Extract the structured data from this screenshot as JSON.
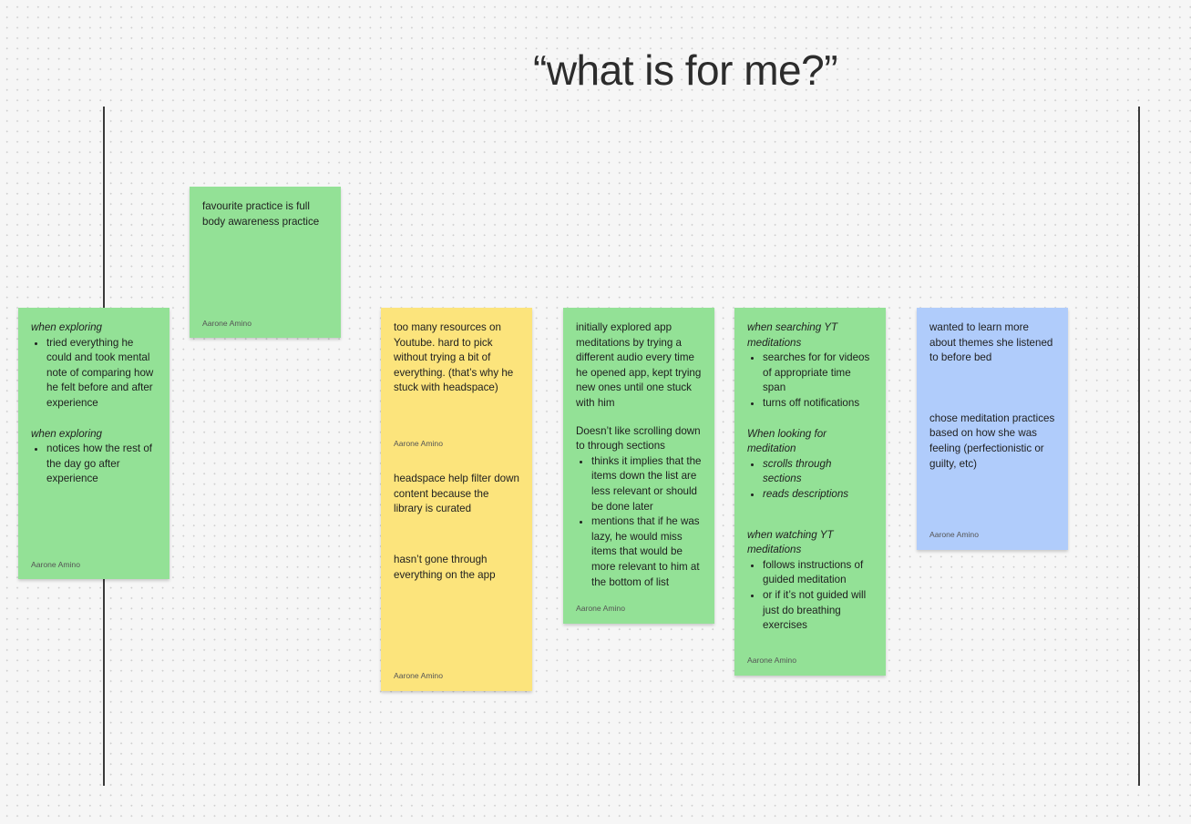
{
  "title": "“what is for me?”",
  "author": "Aarone Amino",
  "notes": {
    "n1": {
      "heading1": "when exploring",
      "list1": [
        "tried everything he could and took mental note of comparing how he felt before and after experience"
      ],
      "heading2": "when exploring",
      "list2": [
        "notices how the rest of the day go after experience"
      ]
    },
    "n2": {
      "text": "favourite practice is full body awareness practice"
    },
    "n3": {
      "text1": "too many resources on Youtube. hard to pick without trying a bit of everything. (that’s why he stuck with headspace)",
      "text2": "headspace help filter down content because the library is curated",
      "text3": "hasn’t gone through everything on the app"
    },
    "n4": {
      "text1": "initially explored app meditations by trying a different audio every time he opened app, kept trying new ones until one stuck with him",
      "text2": "Doesn’t like scrolling down to through sections",
      "list": [
        "thinks it implies that the items down the list are less relevant or should be done later",
        "mentions that if he was lazy, he would miss items that would be more relevant to him at the bottom of list"
      ]
    },
    "n5": {
      "heading1": "when searching YT meditations",
      "list1": [
        "searches for for videos of appropriate time span",
        "turns off notifications"
      ],
      "heading2": "When looking for meditation",
      "list2": [
        "scrolls through sections",
        "reads descriptions"
      ],
      "heading3": "when watching YT meditations",
      "list3": [
        "follows instructions of guided meditation",
        "or if it’s not guided will just do breathing exercises"
      ]
    },
    "n6": {
      "text1": "wanted to learn more about themes she listened to before bed",
      "text2": "chose meditation practices based on how she was feeling (perfectionistic or guilty, etc)"
    }
  },
  "colors": {
    "green": "#93e196",
    "yellow": "#fce47c",
    "blue": "#b0ccfb"
  }
}
